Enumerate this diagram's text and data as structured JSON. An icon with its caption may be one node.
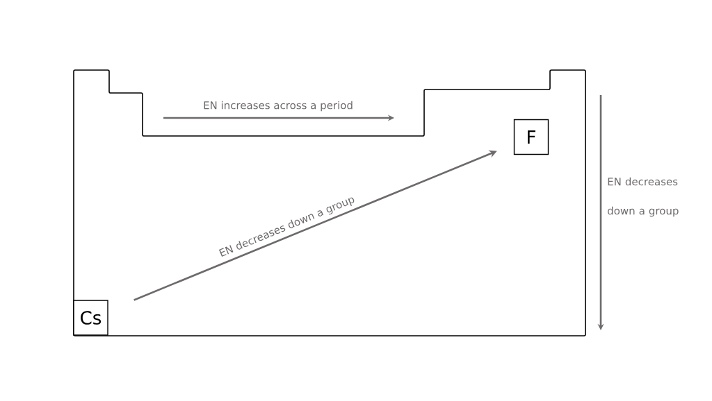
{
  "diagram": {
    "nodes": [
      {
        "text": [
          "Cs"
        ]
      },
      {
        "text": [
          "F"
        ]
      }
    ],
    "edges": [
      {
        "from": 0,
        "to": 1,
        "arrow": "to",
        "label": "EN decreases down a group"
      }
    ],
    "labels": [
      "EN increases across a period",
      "EN decreases down a group"
    ]
  }
}
